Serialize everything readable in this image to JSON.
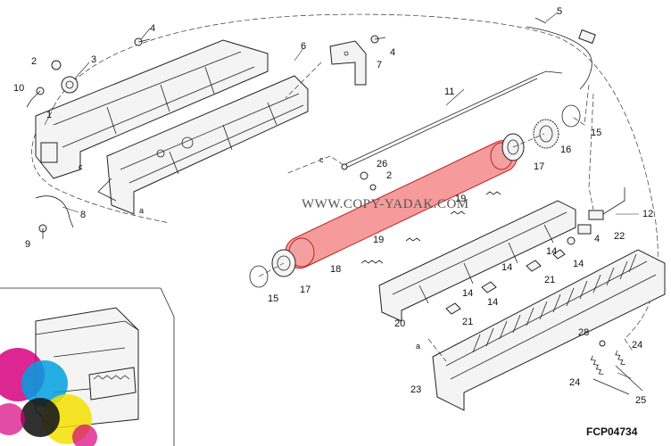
{
  "callouts": {
    "c1": "1",
    "c2": "2",
    "c3": "3",
    "c4a": "4",
    "c4b": "4",
    "c4c": "4",
    "c5": "5",
    "c6": "6",
    "c7": "7",
    "c8": "8",
    "c9": "9",
    "c10": "10",
    "c11": "11",
    "c12": "12",
    "c14a": "14",
    "c14b": "14",
    "c14c": "14",
    "c14d": "14",
    "c14e": "14",
    "c15a": "15",
    "c15b": "15",
    "c16": "16",
    "c17a": "17",
    "c17b": "17",
    "c18": "18",
    "c19a": "19",
    "c19b": "19",
    "c20": "20",
    "c21a": "21",
    "c21b": "21",
    "c22": "22",
    "c23": "23",
    "c24a": "24",
    "c24b": "24",
    "c25": "25",
    "c26": "26",
    "c2b": "2",
    "c28": "28"
  },
  "letters": {
    "a1": "a",
    "a2": "a",
    "c_1": "c",
    "c_2": "c"
  },
  "watermark": "WWW.COPY-YADAK.COM",
  "figure_id": "FCP04734",
  "colors": {
    "highlight": "#f27a7a",
    "logo_magenta": "#d6007e",
    "logo_cyan": "#00a0e0",
    "logo_yellow": "#f5e100",
    "logo_black": "#1a1a1a"
  }
}
